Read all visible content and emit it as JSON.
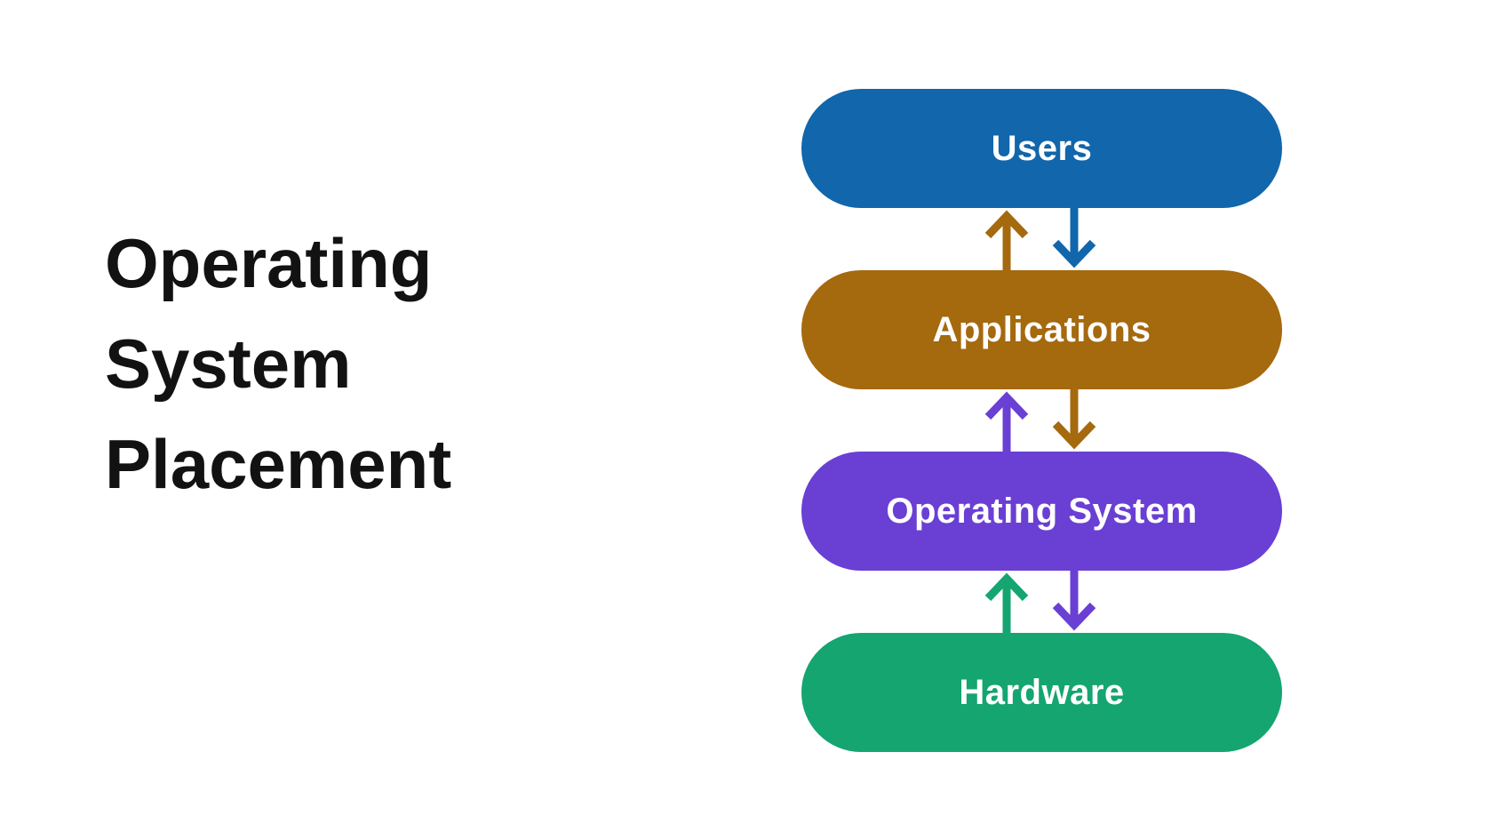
{
  "page": {
    "background_color": "#ffffff"
  },
  "title": {
    "text": "Operating System Placement",
    "lines": [
      "Operating",
      "System",
      "Placement"
    ],
    "color": "#121212"
  },
  "diagram": {
    "boxes": [
      {
        "id": "users",
        "label": "Users",
        "color": "#1166AC",
        "text_color": "#ffffff"
      },
      {
        "id": "applications",
        "label": "Applications",
        "color": "#A5690E",
        "text_color": "#ffffff"
      },
      {
        "id": "operating-system",
        "label": "Operating System",
        "color": "#6A3FD4",
        "text_color": "#ffffff"
      },
      {
        "id": "hardware",
        "label": "Hardware",
        "color": "#14A571",
        "text_color": "#ffffff"
      }
    ],
    "connections": [
      {
        "from": "applications",
        "to": "users",
        "direction": "up",
        "color": "#A5690E"
      },
      {
        "from": "users",
        "to": "applications",
        "direction": "down",
        "color": "#1166AC"
      },
      {
        "from": "operating-system",
        "to": "applications",
        "direction": "up",
        "color": "#6A3FD4"
      },
      {
        "from": "applications",
        "to": "operating-system",
        "direction": "down",
        "color": "#A5690E"
      },
      {
        "from": "hardware",
        "to": "operating-system",
        "direction": "up",
        "color": "#14A571"
      },
      {
        "from": "operating-system",
        "to": "hardware",
        "direction": "down",
        "color": "#6A3FD4"
      }
    ]
  }
}
